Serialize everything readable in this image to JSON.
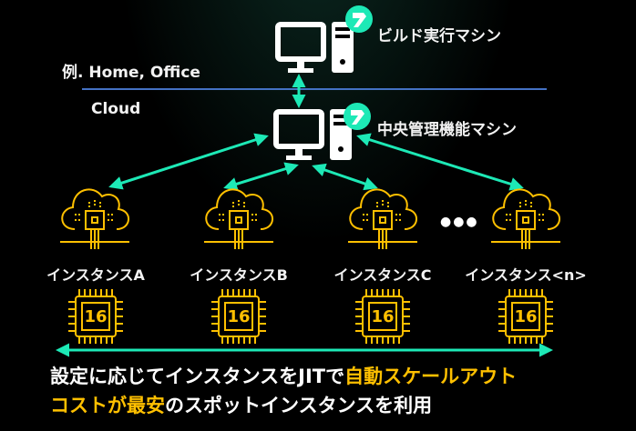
{
  "build_machine_label": "ビルド実行マシン",
  "on_premise_label": "例. Home, Office",
  "cloud_label": "Cloud",
  "central_machine_label": "中央管理機能マシン",
  "instances": [
    {
      "label": "インスタンスA",
      "cpu": "16"
    },
    {
      "label": "インスタンスB",
      "cpu": "16"
    },
    {
      "label": "インスタンスC",
      "cpu": "16"
    },
    {
      "label": "インスタンス<n>",
      "cpu": "16"
    }
  ],
  "ellipsis": "●●●",
  "caption": {
    "line1_white": "設定に応じてインスタンスをJITで",
    "line1_yellow": "自動スケールアウト",
    "line2_yellow": "コストが最安",
    "line2_white": "のスポットインスタンスを利用"
  },
  "colors": {
    "arrow": "#1de9b6",
    "accent": "#ffc000",
    "divider": "#4472c4",
    "logo": "#1de9b6"
  }
}
